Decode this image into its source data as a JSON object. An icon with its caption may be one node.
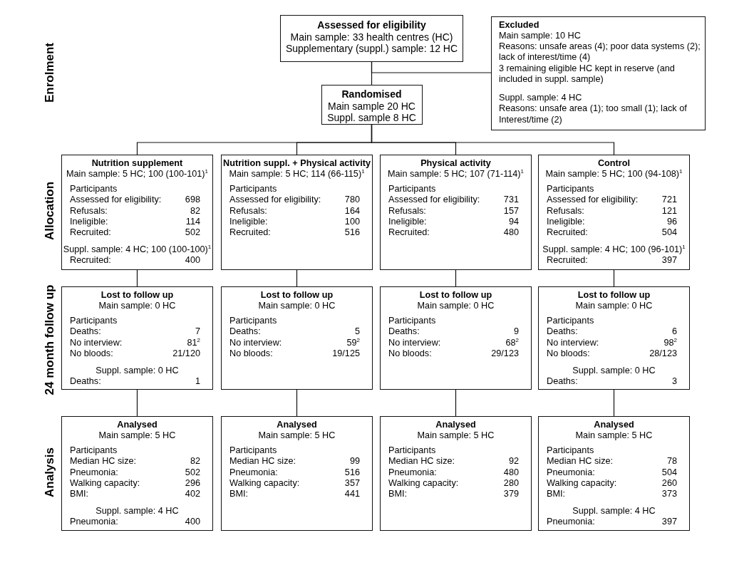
{
  "diagram": {
    "nodes": [
      {
        "text": [
          "Assessed for eligibility",
          "Main sample: 33 health centres (HC)",
          "Supplementary (suppl.) sample: 12 HC"
        ]
      },
      {
        "text": [
          "Excluded",
          "Main sample: 10 HC",
          "Reasons: unsafe areas (4); poor data systems (2); lack of interest/time (4)",
          "3 remaining eligible HC kept in reserve (and included in suppl. sample)",
          "Suppl. sample: 4 HC",
          "Reasons: unsafe area (1); too small (1); lack of Interest/time (2)"
        ]
      },
      {
        "text": [
          "Randomised",
          "Main sample 20 HC",
          "Suppl. sample 8 HC"
        ]
      },
      {
        "text": [
          "Nutrition supplement",
          "Main sample: 5 HC; 100 (100-101)$^{1}$",
          "Participants",
          "Assessed for eligibility:",
          "698",
          "Refusals:",
          "82",
          "Ineligible:",
          "114",
          "Recruited:",
          "502",
          "Suppl. sample: 4 HC; 100 (100-100)$^{1}$",
          "Recruited:",
          "400"
        ]
      },
      {
        "text": [
          "Nutrition suppl. + Physical activity",
          "Main sample: 5 HC; 114 (66-115)$^{1}$",
          "Participants",
          "Assessed for eligibility:",
          "780",
          "Refusals:",
          "164",
          "Ineligible:",
          "100",
          "Recruited:",
          "516"
        ]
      },
      {
        "text": [
          "Physical activity",
          "Main sample: 5 HC; 107 (71-114)$^{1}$",
          "Participants",
          "Assessed for eligibility:",
          "731",
          "Refusals:",
          "157",
          "Ineligible:",
          "94",
          "Recruited:",
          "480"
        ]
      },
      {
        "text": [
          "Control",
          "Main sample: 5 HC; 100 (94-108)$^{1}$",
          "Participants",
          "Assessed for eligibility:",
          "721",
          "Refusals:",
          "121",
          "Ineligible:",
          "96",
          "Recruited:",
          "504",
          "Suppl. sample: 4 HC; 100 (96-101)$^{1}$",
          "Recruited:",
          "397"
        ]
      },
      {
        "text": [
          "Lost to follow up",
          "Main sample: 0 HC",
          "Participants",
          "Deaths:",
          "7",
          "No interview:",
          "81$^{2}$",
          "No bloods:",
          "21/120",
          "Suppl. sample: 0 HC",
          "Deaths:",
          "1"
        ]
      },
      {
        "text": [
          "Lost to follow up",
          "Main sample: 0 HC",
          "Participants",
          "Deaths:",
          "5",
          "No interview:",
          "59$^{2}$",
          "No bloods:",
          "19/125"
        ]
      },
      {
        "text": [
          "Lost to follow up",
          "Main sample: 0 HC",
          "Participants",
          "Deaths:",
          "9",
          "No interview:",
          "68$^{2}$",
          "No bloods:",
          "29/123"
        ]
      },
      {
        "text": [
          "Lost to follow up",
          "Main sample: 0 HC",
          "Participants",
          "Deaths:",
          "6",
          "No interview:",
          "98$^{2}$",
          "No bloods:",
          "28/123",
          "Suppl. sample: 0 HC",
          "Deaths:",
          "3"
        ]
      },
      {
        "text": [
          "Analysed",
          "Main sample: 5 HC",
          "Participants",
          "Median HC size:",
          "82",
          "Pneumonia:",
          "502",
          "Walking capacity:",
          "296",
          "BMI:",
          "402",
          "Suppl. sample: 4 HC",
          "Pneumonia:",
          "400"
        ]
      },
      {
        "text": [
          "Analysed",
          "Main sample: 5 HC",
          "Participants",
          "Median HC size:",
          "99",
          "Pneumonia:",
          "516",
          "Walking capacity:",
          "357",
          "BMI:",
          "441"
        ]
      },
      {
        "text": [
          "Analysed",
          "Main sample: 5 HC",
          "Participants",
          "Median HC size:",
          "92",
          "Pneumonia:",
          "480",
          "Walking capacity:",
          "280",
          "BMI:",
          "379"
        ]
      },
      {
        "text": [
          "Analysed",
          "Main sample: 5 HC",
          "Participants",
          "Median HC size:",
          "78",
          "Pneumonia:",
          "504",
          "Walking capacity:",
          "260",
          "BMI:",
          "373",
          "Suppl. sample: 4 HC",
          "Pneumonia:",
          "397"
        ]
      }
    ],
    "edges": [
      {
        "from": 0,
        "to": 2,
        "arrow": "none"
      },
      {
        "from": 0,
        "to": 1,
        "arrow": "none"
      },
      {
        "from": 2,
        "to": 3,
        "arrow": "none"
      },
      {
        "from": 2,
        "to": 4,
        "arrow": "none"
      },
      {
        "from": 2,
        "to": 5,
        "arrow": "none"
      },
      {
        "from": 2,
        "to": 6,
        "arrow": "none"
      },
      {
        "from": 3,
        "to": 7,
        "arrow": "none"
      },
      {
        "from": 4,
        "to": 8,
        "arrow": "none"
      },
      {
        "from": 5,
        "to": 9,
        "arrow": "none"
      },
      {
        "from": 6,
        "to": 10,
        "arrow": "none"
      },
      {
        "from": 7,
        "to": 11,
        "arrow": "none"
      },
      {
        "from": 8,
        "to": 12,
        "arrow": "none"
      },
      {
        "from": 9,
        "to": 13,
        "arrow": "none"
      },
      {
        "from": 10,
        "to": 14,
        "arrow": "none"
      }
    ],
    "labels": [
      "Enrolment",
      "Allocation",
      "24 month follow up",
      "Analysis"
    ]
  }
}
